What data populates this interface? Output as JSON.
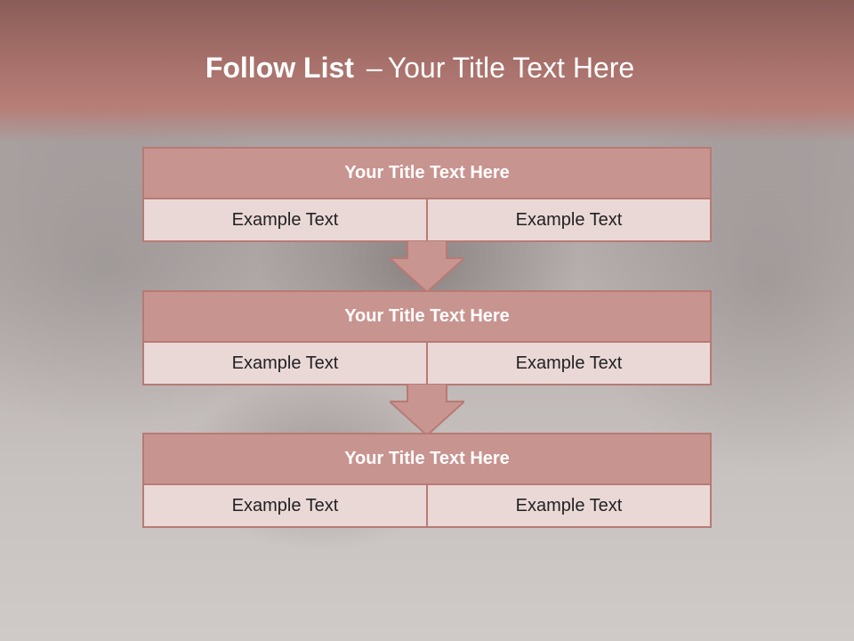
{
  "title": {
    "bold": "Follow List",
    "dash": "–",
    "rest": "Your Title Text Here"
  },
  "blocks": [
    {
      "title": "Your Title Text Here",
      "left": "Example Text",
      "right": "Example Text"
    },
    {
      "title": "Your Title Text Here",
      "left": "Example Text",
      "right": "Example Text"
    },
    {
      "title": "Your Title Text Here",
      "left": "Example Text",
      "right": "Example Text"
    }
  ],
  "colors": {
    "banner": "#b77d77",
    "header_fill": "#c8948f",
    "cell_fill": "#ead8d7",
    "border": "#b87a74"
  },
  "icons": [
    "down-arrow-icon",
    "down-arrow-icon"
  ]
}
